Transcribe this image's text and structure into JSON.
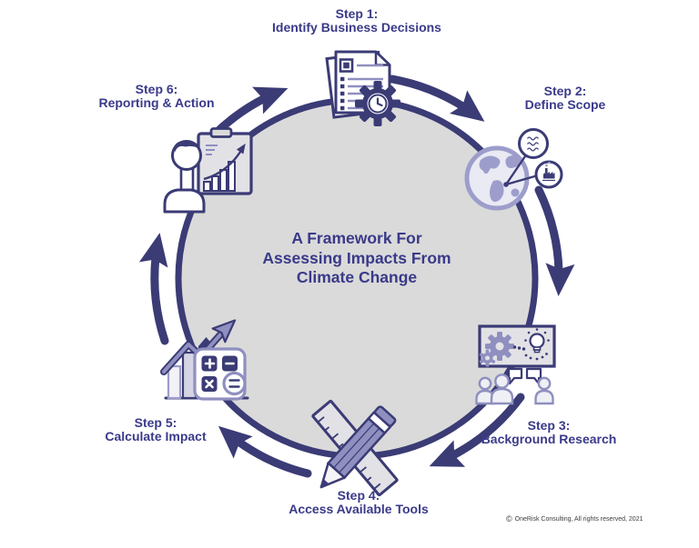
{
  "center": {
    "line1": "A Framework For",
    "line2": "Assessing Impacts From",
    "line3": "Climate Change"
  },
  "steps": [
    {
      "label": "Step 1:",
      "title": "Identify Business Decisions"
    },
    {
      "label": "Step 2:",
      "title": "Define Scope"
    },
    {
      "label": "Step 3:",
      "title": "Background Research"
    },
    {
      "label": "Step 4:",
      "title": "Access Available Tools"
    },
    {
      "label": "Step 5:",
      "title": "Calculate Impact"
    },
    {
      "label": "Step 6:",
      "title": "Reporting & Action"
    }
  ],
  "icons": {
    "step1": "document-checklist-with-gear-clock-icon",
    "step2": "globe-with-scope-callouts-icon",
    "step3": "research-board-gear-lightbulb-people-icon",
    "step4": "pencil-and-ruler-crossed-icon",
    "step5": "bar-chart-with-calculator-icon",
    "step6": "presenter-with-growth-chart-icon"
  },
  "footer": {
    "symbol": "©",
    "text": "OneRisk Consulting, All rights reserved, 2021"
  },
  "colors": {
    "primary_navy": "#3b3b76",
    "text_navy": "#3a3a8a",
    "lavender": "#8f8fc0",
    "light_lavender": "#9d9dcc",
    "circle_fill": "#dadada",
    "board_gray": "#e2e2e6",
    "background": "#ffffff"
  }
}
